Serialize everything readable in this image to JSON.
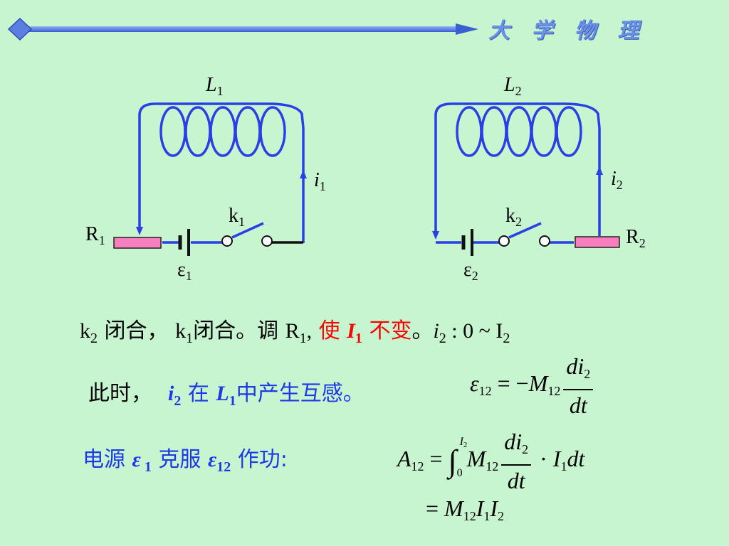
{
  "header": {
    "title": "大 学 物 理"
  },
  "circuit_left": {
    "inductor": "L",
    "inductor_sub": "1",
    "current": "i",
    "current_sub": "1",
    "switch": "k",
    "switch_sub": "1",
    "resistor": "R",
    "resistor_sub": "1",
    "emf": "ε",
    "emf_sub": "1"
  },
  "circuit_right": {
    "inductor": "L",
    "inductor_sub": "2",
    "current": "i",
    "current_sub": "2",
    "switch": "k",
    "switch_sub": "2",
    "resistor": "R",
    "resistor_sub": "2",
    "emf": "ε",
    "emf_sub": "2"
  },
  "line1": {
    "k2": "k",
    "k2_sub": "2",
    "t1": " 闭合，  ",
    "k1": "k",
    "k1_sub": "1",
    "t2": "闭合。调 ",
    "r1": "R",
    "r1_sub": "1",
    "r1_comma": ",",
    "red_a": " 使 ",
    "red_i": "I",
    "red_i_sub": "1",
    "red_b": " 不变",
    "t3": "。",
    "i2": "i",
    "i2_sub": "2",
    "range": " : 0 ~ I",
    "range_sub": "2"
  },
  "line2": {
    "t1": "此时，",
    "i": "i",
    "i_sub": "2",
    "t2": " 在 ",
    "L": "L",
    "L_sub": "1",
    "t3": "中产生互感。"
  },
  "line3": {
    "t1": "电源 ",
    "e1": "ε",
    "e1_sub": " 1",
    "t2": " 克服 ",
    "e12": "ε",
    "e12_sub": "12",
    "t3": " 作功:"
  },
  "eq1": {
    "lhs": "ε",
    "lhs_sub": "12",
    "op": " = −",
    "M": "M",
    "M_sub": "12",
    "num": "di",
    "num_sub": "2",
    "den": "dt"
  },
  "eq2": {
    "lhs": "A",
    "lhs_sub": "12",
    "op": " = ",
    "upper": "I",
    "upper_sub": "2",
    "lower": "0",
    "M": "M",
    "M_sub": "12",
    "num": "di",
    "num_sub": "2",
    "den": "dt",
    "dot": " · ",
    "I": "I",
    "I_sub": "1",
    "tail": "dt"
  },
  "eq3": {
    "op": "= ",
    "M": "M",
    "M_sub": "12",
    "I1": "I",
    "I1_sub": "1",
    "I2": "I",
    "I2_sub": "2"
  }
}
